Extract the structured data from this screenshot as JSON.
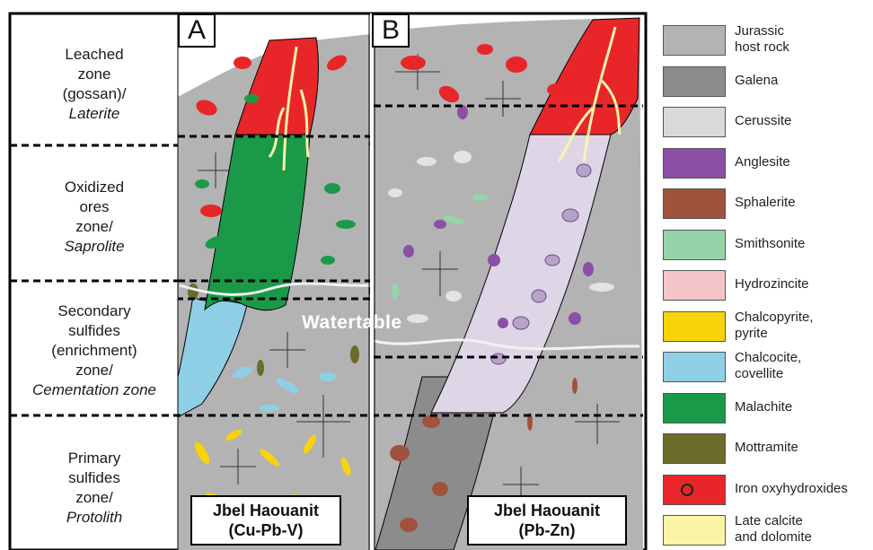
{
  "panels": {
    "a_letter": "A",
    "b_letter": "B"
  },
  "zones": {
    "leached": [
      "Leached",
      "zone",
      "(gossan)/"
    ],
    "leached_italic": "Laterite",
    "oxidized": [
      "Oxidized",
      "ores",
      "zone/"
    ],
    "oxidized_italic": "Saprolite",
    "secondary": [
      "Secondary",
      "sulfides",
      "(enrichment)",
      "zone/"
    ],
    "secondary_italic": "Cementation zone",
    "primary": [
      "Primary",
      "sulfides",
      "zone/"
    ],
    "primary_italic": "Protolith"
  },
  "water_table": "Watertable",
  "localities": {
    "a": [
      "Jbel Haouanit",
      "(Cu-Pb-V)"
    ],
    "b": [
      "Jbel Haouanit",
      "(Pb-Zn)"
    ]
  },
  "legend": [
    {
      "lines": [
        "Jurassic",
        "host rock"
      ],
      "color": "#b3b3b3"
    },
    {
      "lines": [
        "Galena"
      ],
      "color": "#8c8c8c"
    },
    {
      "lines": [
        "Cerussite"
      ],
      "color": "#d9d9d9"
    },
    {
      "lines": [
        "Anglesite"
      ],
      "color": "#8b4fa6"
    },
    {
      "lines": [
        "Sphalerite"
      ],
      "color": "#a0523d"
    },
    {
      "lines": [
        "Smithsonite"
      ],
      "color": "#97d3a8"
    },
    {
      "lines": [
        "Hydrozincite"
      ],
      "color": "#f4c5c9"
    },
    {
      "lines": [
        "Chalcopyrite,",
        "pyrite"
      ],
      "color": "#f7d40a"
    },
    {
      "lines": [
        "Chalcocite,",
        "covellite"
      ],
      "color": "#8fcfe6"
    },
    {
      "lines": [
        "Malachite"
      ],
      "color": "#1a9a48"
    },
    {
      "lines": [
        "Mottramite"
      ],
      "color": "#6b6b2a"
    },
    {
      "lines": [
        "Iron oxyhydroxides"
      ],
      "color": "#e8262a"
    },
    {
      "lines": [
        "Late calcite",
        "and dolomite"
      ],
      "color": "#fbf3a6"
    }
  ]
}
